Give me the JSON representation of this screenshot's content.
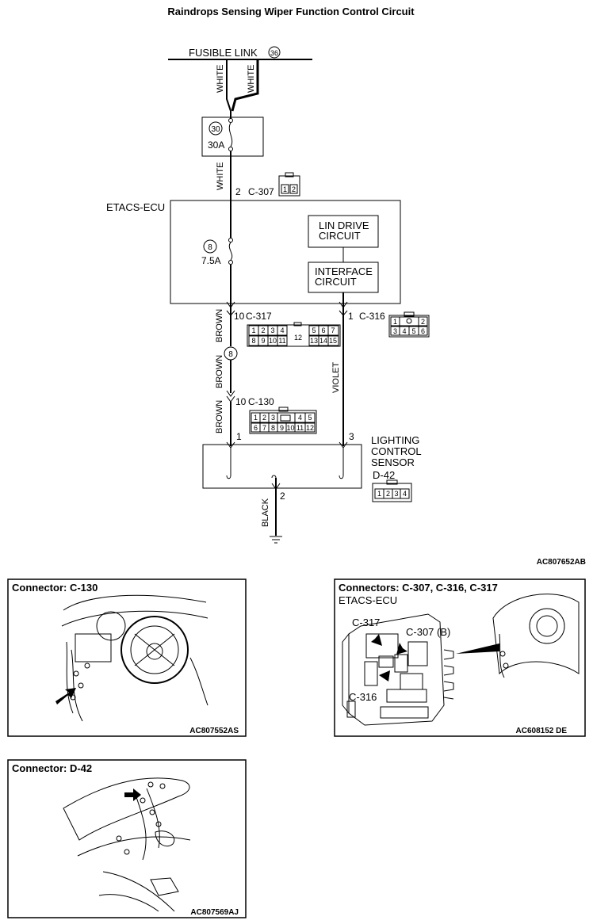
{
  "title": "Raindrops Sensing Wiper Function Control Circuit",
  "diagram_id": "AC807652AB",
  "fusible_link": {
    "label": "FUSIBLE LINK",
    "number": "36",
    "wire_left": "WHITE",
    "wire_right": "WHITE"
  },
  "fuse_30": {
    "number": "30",
    "rating": "30A"
  },
  "wire_white": "WHITE",
  "c307": {
    "pin": "2",
    "name": "C-307",
    "pins": [
      "1",
      "2"
    ]
  },
  "etacs": {
    "label": "ETACS-ECU",
    "fuse_number": "8",
    "fuse_rating": "7.5A",
    "lin_drive": [
      "LIN DRIVE",
      "CIRCUIT"
    ],
    "interface": [
      "INTERFACE",
      "CIRCUIT"
    ]
  },
  "c317": {
    "pin": "10",
    "name": "C-317",
    "row1": [
      "1",
      "2",
      "3",
      "4",
      "",
      "5",
      "6",
      "7"
    ],
    "center": "12",
    "row2": [
      "8",
      "9",
      "10",
      "11",
      "",
      "13",
      "14",
      "15"
    ]
  },
  "c316": {
    "pin": "1",
    "name": "C-316",
    "row1": [
      "1",
      "",
      "2"
    ],
    "row2": [
      "3",
      "4",
      "5",
      "6"
    ]
  },
  "brown_wire": "BROWN",
  "joint": "8",
  "c130": {
    "pin": "10",
    "name": "C-130",
    "row1": [
      "1",
      "2",
      "3",
      "",
      "4",
      "5"
    ],
    "row2": [
      "6",
      "7",
      "8",
      "9",
      "10",
      "11",
      "12"
    ]
  },
  "violet_wire": "VIOLET",
  "sensor": {
    "pin_left": "1",
    "pin_right": "3",
    "label": [
      "LIGHTING",
      "CONTROL",
      "SENSOR"
    ],
    "name": "D-42",
    "pins": [
      "1",
      "2",
      "3",
      "4"
    ],
    "ground_pin": "2",
    "ground_wire": "BLACK"
  },
  "panels": {
    "c130": {
      "title": "Connector: C-130",
      "code": "AC807552AS"
    },
    "etacs": {
      "title": "Connectors: C-307, C-316, C-317",
      "subtitle": "ETACS-ECU",
      "c317": "C-317",
      "c307": "C-307 (B)",
      "c316": "C-316",
      "code": "AC608152 DE"
    },
    "d42": {
      "title": "Connector: D-42",
      "code": "AC807569AJ"
    }
  }
}
